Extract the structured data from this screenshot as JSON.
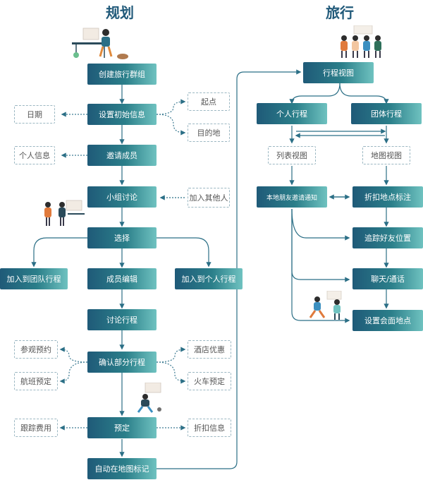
{
  "titles": {
    "left": "规划",
    "right": "旅行"
  },
  "left": {
    "create_group": "创建旅行群组",
    "set_info": "设置初始信息",
    "date": "日期",
    "start": "起点",
    "destination": "目的地",
    "invite": "邀请成员",
    "personal_info": "个人信息",
    "discuss": "小组讨论",
    "join_others": "加入其他人",
    "choose": "选择",
    "add_team": "加入到团队行程",
    "edit_members": "成员编辑",
    "add_personal": "加入到个人行程",
    "discuss_trip": "讨论行程",
    "confirm_part": "确认部分行程",
    "visit_booking": "参观预约",
    "hotel_deal": "酒店优惠",
    "flight_booking": "航班预定",
    "train_booking": "火车预定",
    "book": "预定",
    "track_cost": "跟踪费用",
    "discount_info": "折扣信息",
    "auto_mark": "自动在地图标记"
  },
  "right": {
    "trip_view": "行程视图",
    "personal_trip": "个人行程",
    "group_trip": "团体行程",
    "list_view": "列表视图",
    "map_view": "地图视图",
    "local_invite": "本地朋友邀请通知",
    "discount_spot": "折扣地点标注",
    "track_friends": "追踪好友位置",
    "chat_call": "聊天/通话",
    "set_meeting": "设置会面地点"
  }
}
